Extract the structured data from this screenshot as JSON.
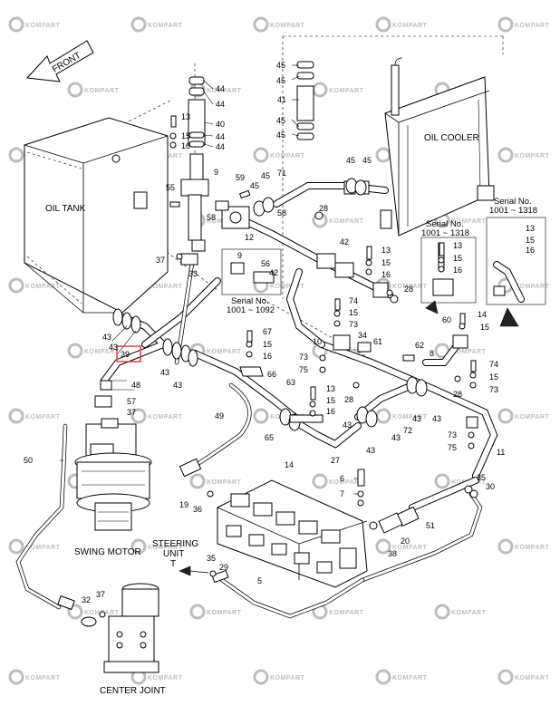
{
  "watermark": {
    "text": "KOMPART",
    "color": "#bdbdbd"
  },
  "components": {
    "front": "FRONT",
    "oil_tank": "OIL TANK",
    "oil_cooler": "OIL COOLER",
    "swing_motor": "SWING MOTOR",
    "center_joint": "CENTER JOINT",
    "steering_unit_line1": "STEERING",
    "steering_unit_line2": "UNIT",
    "steering_unit_line3": "T"
  },
  "serial_notes": {
    "a_label": "Serial No.",
    "a_range": "1001 ~ 1092",
    "b_label": "Serial No.",
    "b_range": "1001 ~ 1318",
    "c_label": "Serial No.",
    "c_range": "1001 ~ 1318"
  },
  "highlight": {
    "part": "39",
    "color": "#e03030"
  },
  "parts": {
    "p45a": "45",
    "p45b": "45",
    "p41": "41",
    "p45c": "45",
    "p45d": "45",
    "p44a": "44",
    "p44b": "44",
    "p40": "40",
    "p44c": "44",
    "p44d": "44",
    "p13a": "13",
    "p15a": "15",
    "p16a": "16",
    "p9a": "9",
    "p55": "55",
    "p59": "59",
    "p45e": "45",
    "p71": "71",
    "p45f": "45",
    "p45g": "45",
    "p58a": "58",
    "p12": "12",
    "p58b": "58",
    "p28a": "28",
    "p42a": "42",
    "p9b": "9",
    "p56": "56",
    "p42b": "42",
    "p37a": "37",
    "p33": "33",
    "p13b": "13",
    "p15b": "15",
    "p16b": "16",
    "p13c": "13",
    "p15c": "15",
    "p16c": "16",
    "p28b": "28",
    "p74a": "74",
    "p15d": "15",
    "p73a": "73",
    "p14a": "14",
    "p15e": "15",
    "p60": "60",
    "p43a": "43",
    "p43b": "43",
    "p39": "39",
    "p48": "48",
    "p43c": "43",
    "p43d": "43",
    "p67": "67",
    "p15f": "15",
    "p16d": "16",
    "p66": "66",
    "p10": "10",
    "p34": "34",
    "p61": "61",
    "p62": "62",
    "p8": "8",
    "p73b": "73",
    "p75a": "75",
    "p74b": "74",
    "p15g": "15",
    "p73c": "73",
    "p57": "57",
    "p37b": "37",
    "p63": "63",
    "p13d": "13",
    "p15h": "15",
    "p16e": "16",
    "p28c": "28",
    "p28d": "28",
    "p43e": "43",
    "p43f": "43",
    "p72": "72",
    "p43g": "43",
    "p49": "49",
    "p65": "65",
    "p43h": "43",
    "p43i": "43",
    "p27": "27",
    "p14b": "14",
    "p73d": "73",
    "p75b": "75",
    "p11": "11",
    "p50": "50",
    "p6": "6",
    "p7": "7",
    "p19": "19",
    "p36": "36",
    "p35a": "35",
    "p30": "30",
    "p51": "51",
    "p20": "20",
    "p38": "38",
    "p35b": "35",
    "p29": "29",
    "p5": "5",
    "p32": "32",
    "p37c": "37"
  }
}
